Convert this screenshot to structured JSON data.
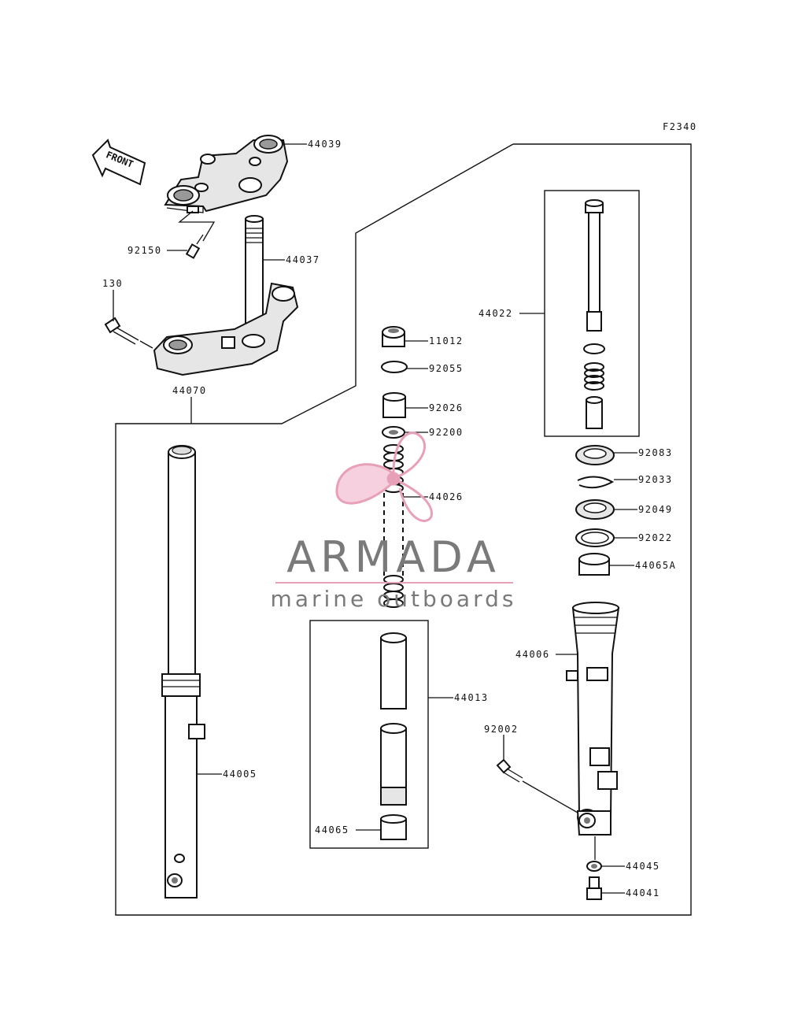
{
  "figure_code": "F2340",
  "front_label": "FRONT",
  "watermark": {
    "brand": "ARMADA",
    "tagline": "marine outboards",
    "color": "#e8a0b8",
    "text_color": "#7a7a7a"
  },
  "parts": {
    "p44039": "44039",
    "p92150": "92150",
    "p44037": "44037",
    "p130": "130",
    "p44070": "44070",
    "p11012": "11012",
    "p92055": "92055",
    "p92026": "92026",
    "p92200": "92200",
    "p44026": "44026",
    "p44022": "44022",
    "p92083": "92083",
    "p92033": "92033",
    "p92049": "92049",
    "p92022": "92022",
    "p44065A": "44065A",
    "p44006": "44006",
    "p44013": "44013",
    "p92002": "92002",
    "p44005": "44005",
    "p44065": "44065",
    "p44045": "44045",
    "p44041": "44041"
  }
}
